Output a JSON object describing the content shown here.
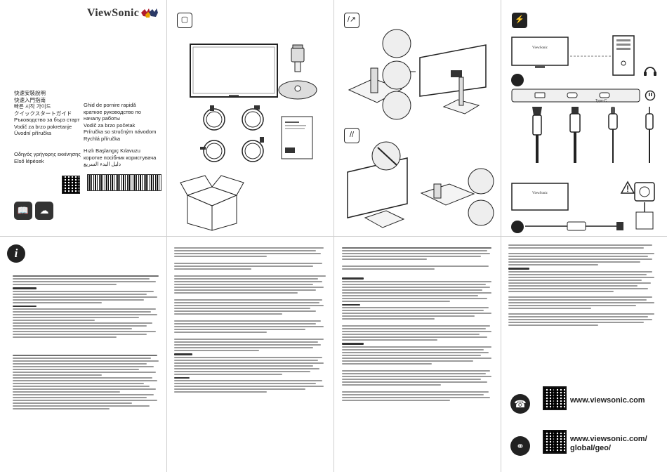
{
  "brand": {
    "name": "ViewSonic"
  },
  "cover": {
    "titles_left": [
      "快速安裝說明",
      "快速入門指南",
      "빠른 시작 가이드",
      "クイックスタートガイド",
      "Ръководство за бърз старт",
      "Vodič za brzo pokretanje",
      "Úvodní příručka"
    ],
    "titles_right": [
      "Ghid de pornire rapidă",
      "краткое руководство по",
      "началу работы",
      "Vodič za brzo početak",
      "Príručka so stručným návodom",
      "Rychlá příručka"
    ],
    "titles_left2": [
      "Οδηγός γρήγορης εκκίνησης",
      "Első lépések"
    ],
    "titles_right2": [
      "Hızlı Başlangıç Kılavuzu",
      "коротке посібник користувача",
      "دليل البدء السريع"
    ]
  },
  "web": {
    "url_main": "www.viewsonic.com",
    "url_geo_1": "www.viewsonic.com/",
    "url_geo_2": "global/geo/"
  },
  "icons": {
    "info": "i",
    "support": "headset-icon",
    "globe": "globe-icon"
  },
  "panel_labels": {
    "typec": "Type-C"
  },
  "colors": {
    "ink": "#222222",
    "fold": "#cfcfcf",
    "text_gray": "#9a9a9a"
  }
}
